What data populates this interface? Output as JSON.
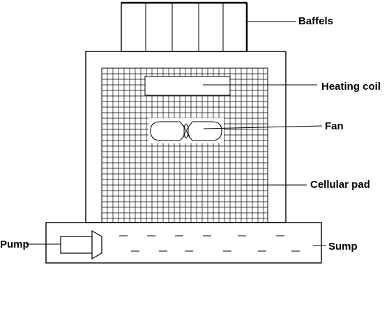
{
  "labels": {
    "baffels": "Baffels",
    "heating_coil": "Heating coil",
    "fan": "Fan",
    "cellular_pad": "Cellular pad",
    "pump": "Pump",
    "sump": "Sump"
  }
}
